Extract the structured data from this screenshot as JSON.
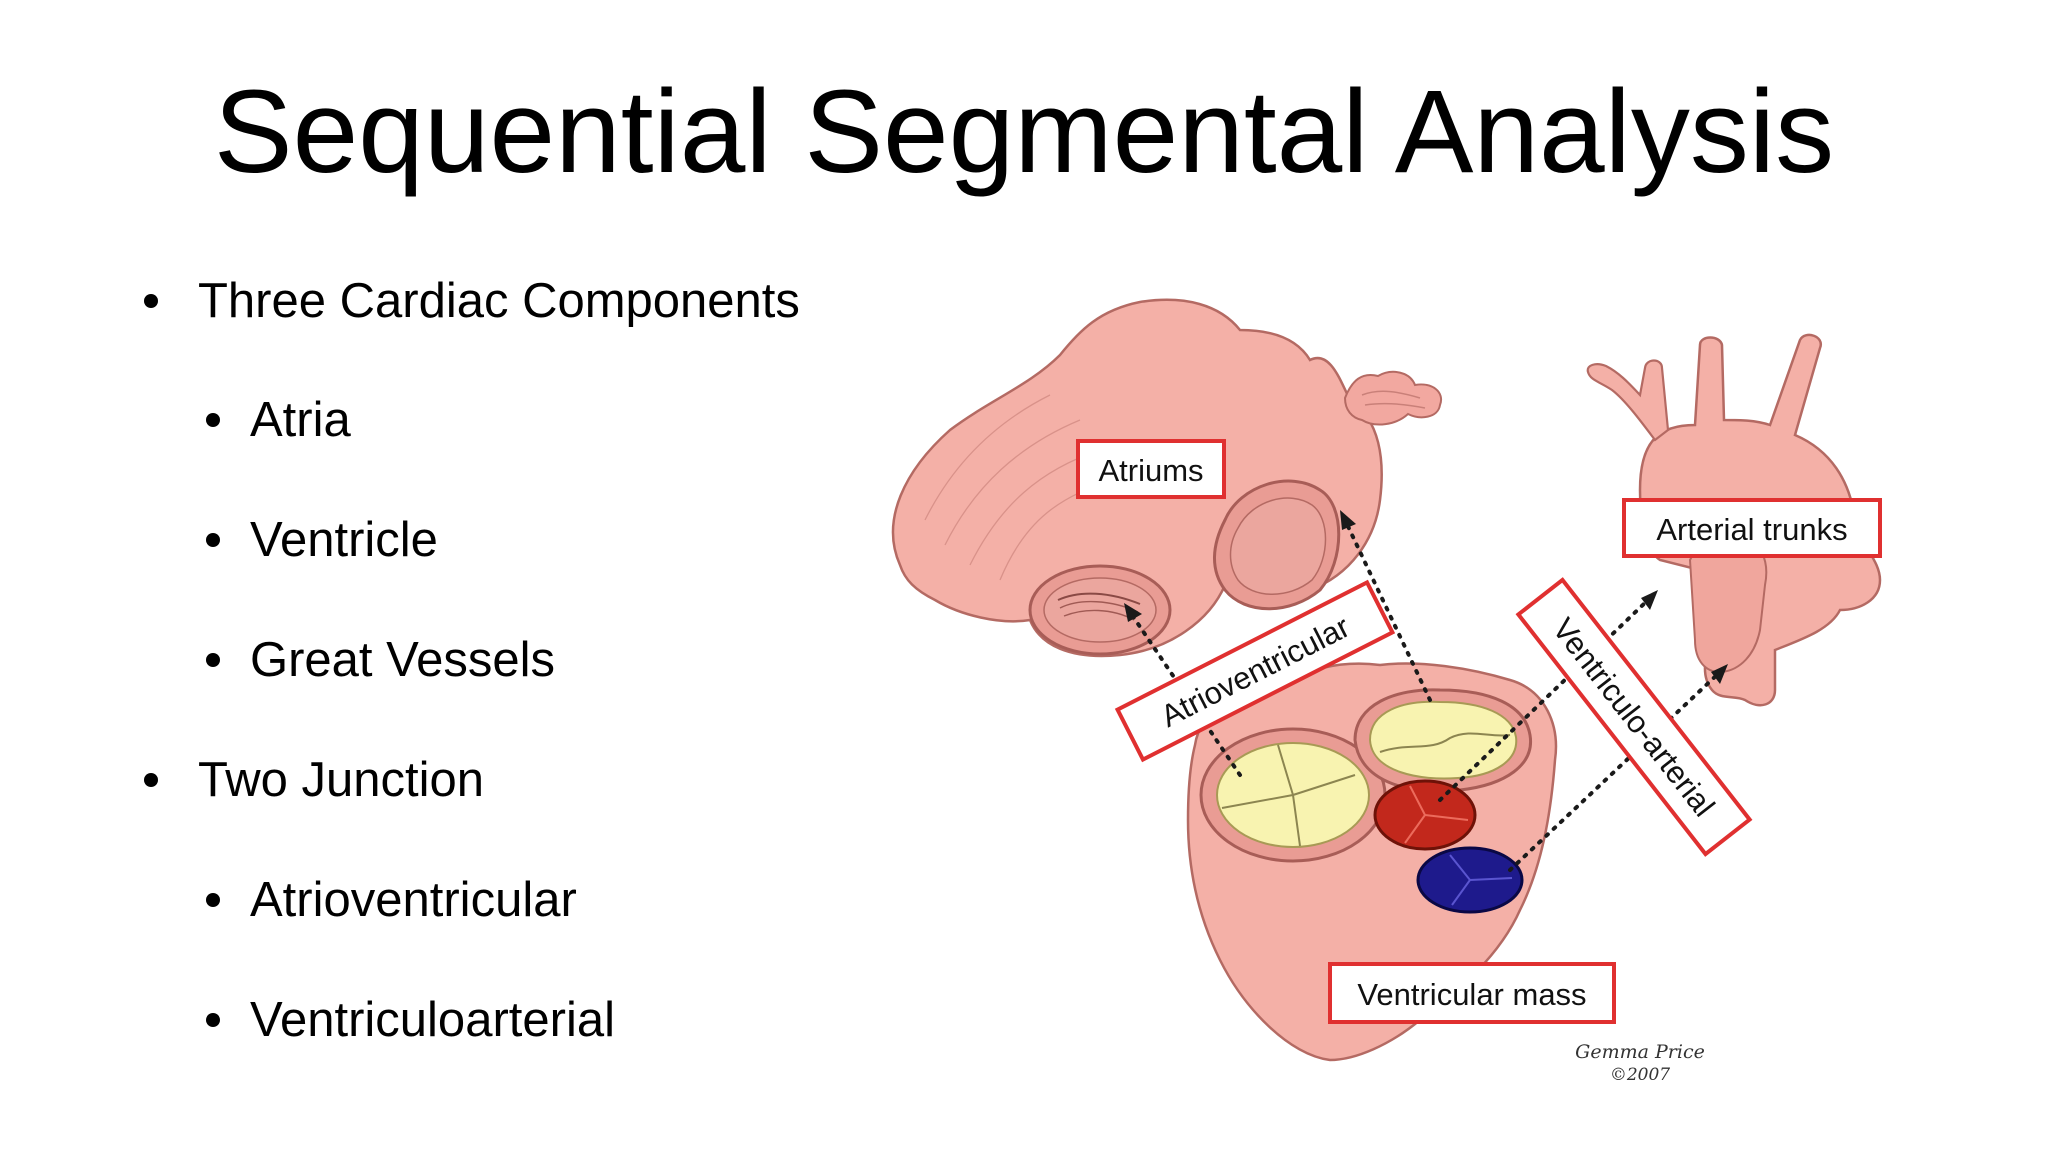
{
  "slide": {
    "title": "Sequential Segmental Analysis",
    "bullets": [
      {
        "level": 1,
        "text": "Three Cardiac Components"
      },
      {
        "level": 2,
        "text": "Atria"
      },
      {
        "level": 2,
        "text": "Ventricle"
      },
      {
        "level": 2,
        "text": "Great Vessels"
      },
      {
        "level": 1,
        "text": "Two Junction"
      },
      {
        "level": 2,
        "text": "Atrioventricular"
      },
      {
        "level": 2,
        "text": "Ventriculoarterial"
      }
    ]
  },
  "diagram": {
    "labels": {
      "atriums": "Atriums",
      "arterial_trunks": "Arterial trunks",
      "atrioventricular": "Atrioventricular",
      "ventriculo_arterial": "Ventriculo-arterial",
      "ventricular_mass": "Ventricular mass"
    },
    "signature": {
      "name": "Gemma Price",
      "copyright": "©2007"
    },
    "colors": {
      "tissue": "#f4b0a7",
      "tissue_stroke": "#b46a63",
      "label_border": "#e03030",
      "valve_yellow": "#f8f3b0",
      "aortic_red": "#c2281c",
      "pulmonary_blue": "#1e1a8c"
    }
  }
}
